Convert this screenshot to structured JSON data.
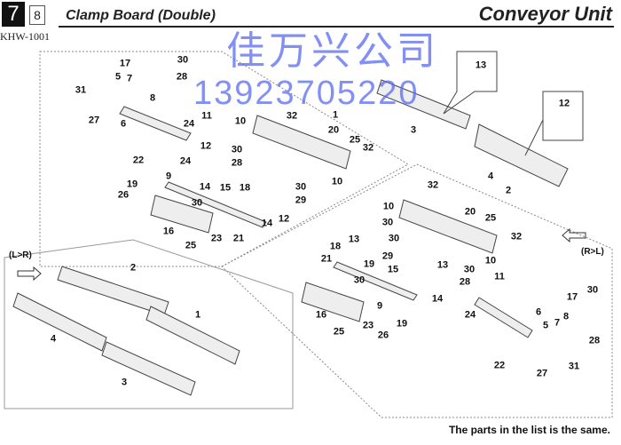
{
  "header": {
    "section": "7",
    "next_section": "8",
    "model": "KHW-1001",
    "title": "Clamp Board (Double)",
    "unit": "Conveyor Unit"
  },
  "watermark": {
    "company": "佳万兴公司",
    "phone": "13923705220"
  },
  "directions": {
    "left_to_right": "(L>R)",
    "right_to_left": "(R>L)"
  },
  "labels": [
    "17",
    "30",
    "5",
    "7",
    "28",
    "31",
    "8",
    "27",
    "6",
    "11",
    "24",
    "22",
    "12",
    "30",
    "28",
    "24",
    "9",
    "19",
    "26",
    "14",
    "15",
    "18",
    "30",
    "29",
    "14",
    "12",
    "30",
    "16",
    "23",
    "21",
    "25",
    "10",
    "32",
    "1",
    "20",
    "25",
    "32",
    "10",
    "13",
    "3",
    "12",
    "4",
    "32",
    "2",
    "10",
    "20",
    "30",
    "25",
    "32",
    "13",
    "18",
    "30",
    "19",
    "29",
    "21",
    "10",
    "15",
    "13",
    "30",
    "28",
    "9",
    "30",
    "14",
    "11",
    "16",
    "23",
    "19",
    "26",
    "24",
    "25",
    "6",
    "5",
    "7",
    "8",
    "17",
    "30",
    "28",
    "22",
    "27",
    "31",
    "2",
    "1",
    "4",
    "3"
  ],
  "footer": "The parts in the list is the same."
}
